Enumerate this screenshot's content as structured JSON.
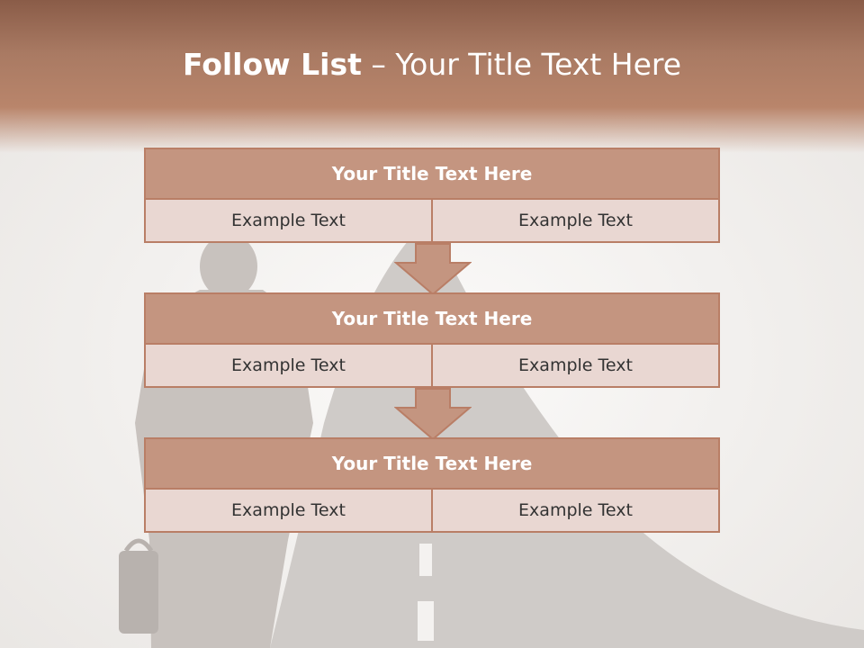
{
  "slide": {
    "title_bold": "Follow List",
    "title_rest": " – Your Title Text Here"
  },
  "cards": [
    {
      "title": "Your Title Text Here",
      "left": "Example Text",
      "right": "Example Text"
    },
    {
      "title": "Your Title Text Here",
      "left": "Example Text",
      "right": "Example Text"
    },
    {
      "title": "Your Title Text Here",
      "left": "Example Text",
      "right": "Example Text"
    }
  ],
  "colors": {
    "header": "#b9856b",
    "card_head": "#c49580",
    "card_body": "#e9d7d2",
    "border": "#b97e66"
  },
  "icons": [
    "down-arrow-icon",
    "down-arrow-icon"
  ]
}
